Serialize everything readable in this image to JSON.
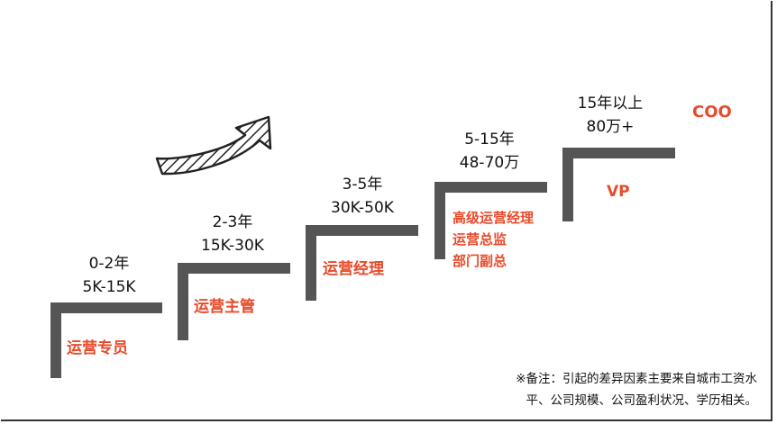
{
  "career_levels": [
    {
      "years": "0-2年",
      "pay": "5K-15K",
      "roles": [
        "运营专员"
      ]
    },
    {
      "years": "2-3年",
      "pay": "15K-30K",
      "roles": [
        "运营主管"
      ]
    },
    {
      "years": "3-5年",
      "pay": "30K-50K",
      "roles": [
        "运营经理"
      ]
    },
    {
      "years": "5-15年",
      "pay": "48-70万",
      "roles": [
        "高级运营经理",
        "运营总监",
        "部门副总"
      ]
    },
    {
      "years": "15年以上",
      "pay": "80万+",
      "roles": [
        "VP"
      ]
    },
    {
      "years": "",
      "pay": "",
      "roles": [
        "COO"
      ]
    }
  ],
  "note": {
    "line1": "※备注：引起的差异因素主要来自城市工资水",
    "line2": "平、公司规模、公司盈利状况、学历相关。"
  },
  "colors": {
    "step": "#555555",
    "role": "#e84a2a",
    "text": "#111111"
  }
}
